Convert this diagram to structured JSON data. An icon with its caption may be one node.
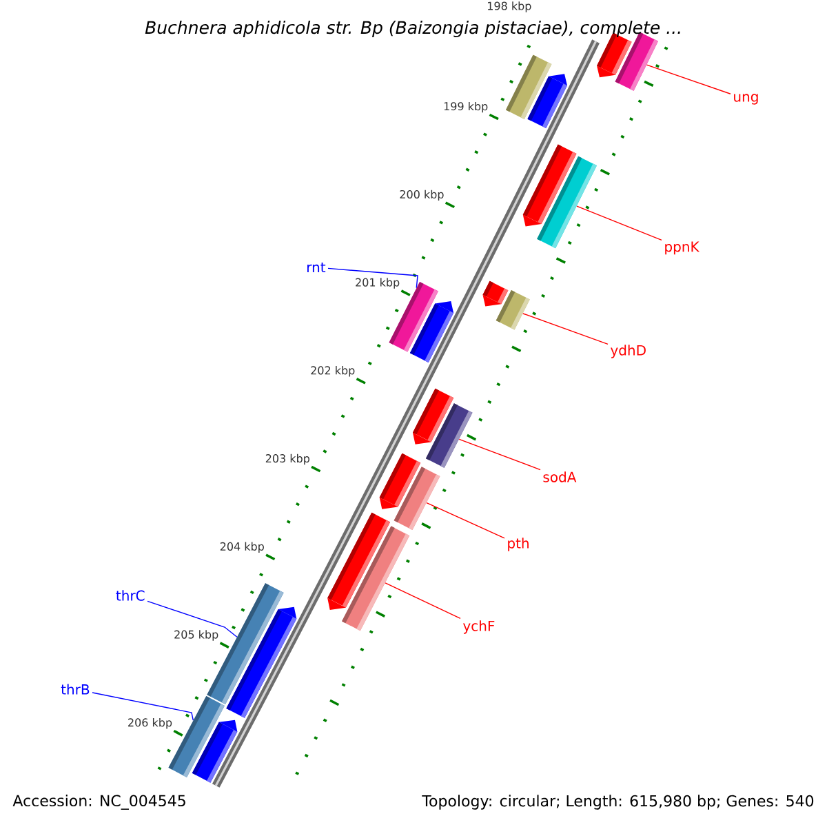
{
  "diagram": {
    "title": "Buchnera aphidicola str. Bp (Baizongia pistaciae), complete ...",
    "nodes": [
      {
        "text": [],
        "shape": "bar"
      },
      {
        "text": [],
        "shape": "bar"
      },
      {
        "text": [
          "ung"
        ]
      },
      {
        "text": [],
        "shape": "bar"
      },
      {
        "text": [],
        "shape": "bar"
      },
      {
        "text": [],
        "shape": "bar"
      },
      {
        "text": [],
        "shape": "bar"
      },
      {
        "text": [
          "ppnK"
        ]
      },
      {
        "text": [
          "rnt"
        ]
      },
      {
        "text": [],
        "shape": "bar"
      },
      {
        "text": [],
        "shape": "bar"
      },
      {
        "text": [
          "ydhD"
        ]
      },
      {
        "text": [],
        "shape": "bar"
      },
      {
        "text": [],
        "shape": "bar"
      },
      {
        "text": [],
        "shape": "bar"
      },
      {
        "text": [],
        "shape": "bar"
      },
      {
        "text": [
          "sodA"
        ]
      },
      {
        "text": [],
        "shape": "bar"
      },
      {
        "text": [],
        "shape": "bar"
      },
      {
        "text": [
          "pth"
        ]
      },
      {
        "text": [],
        "shape": "bar"
      },
      {
        "text": [],
        "shape": "bar"
      },
      {
        "text": [
          "ychF"
        ]
      },
      {
        "text": [
          "thrC"
        ]
      },
      {
        "text": [],
        "shape": "bar"
      },
      {
        "text": [],
        "shape": "bar"
      },
      {
        "text": [
          "thrB"
        ]
      },
      {
        "text": [],
        "shape": "bar"
      },
      {
        "text": [],
        "shape": "bar"
      }
    ],
    "edges": [
      {
        "from": 2,
        "to": 1,
        "arrow": "none"
      },
      {
        "from": 7,
        "to": 6,
        "arrow": "none"
      },
      {
        "from": 8,
        "to": 12,
        "arrow": "none",
        "color": "#0000ff"
      },
      {
        "from": 11,
        "to": 10,
        "arrow": "none"
      },
      {
        "from": 16,
        "to": 15,
        "arrow": "none"
      },
      {
        "from": 19,
        "to": 18,
        "arrow": "none"
      },
      {
        "from": 22,
        "to": 21,
        "arrow": "none"
      },
      {
        "from": 23,
        "to": 24,
        "arrow": "none",
        "color": "#0000ff"
      },
      {
        "from": 26,
        "to": 27,
        "arrow": "none",
        "color": "#0000ff"
      }
    ],
    "labels": [
      "198 kbp",
      "199 kbp",
      "200 kbp",
      "201 kbp",
      "202 kbp",
      "203 kbp",
      "204 kbp",
      "205 kbp",
      "206 kbp",
      "Accession: NC_004545",
      "Topology: circular; Length: 615,980 bp; Genes: 540"
    ]
  }
}
